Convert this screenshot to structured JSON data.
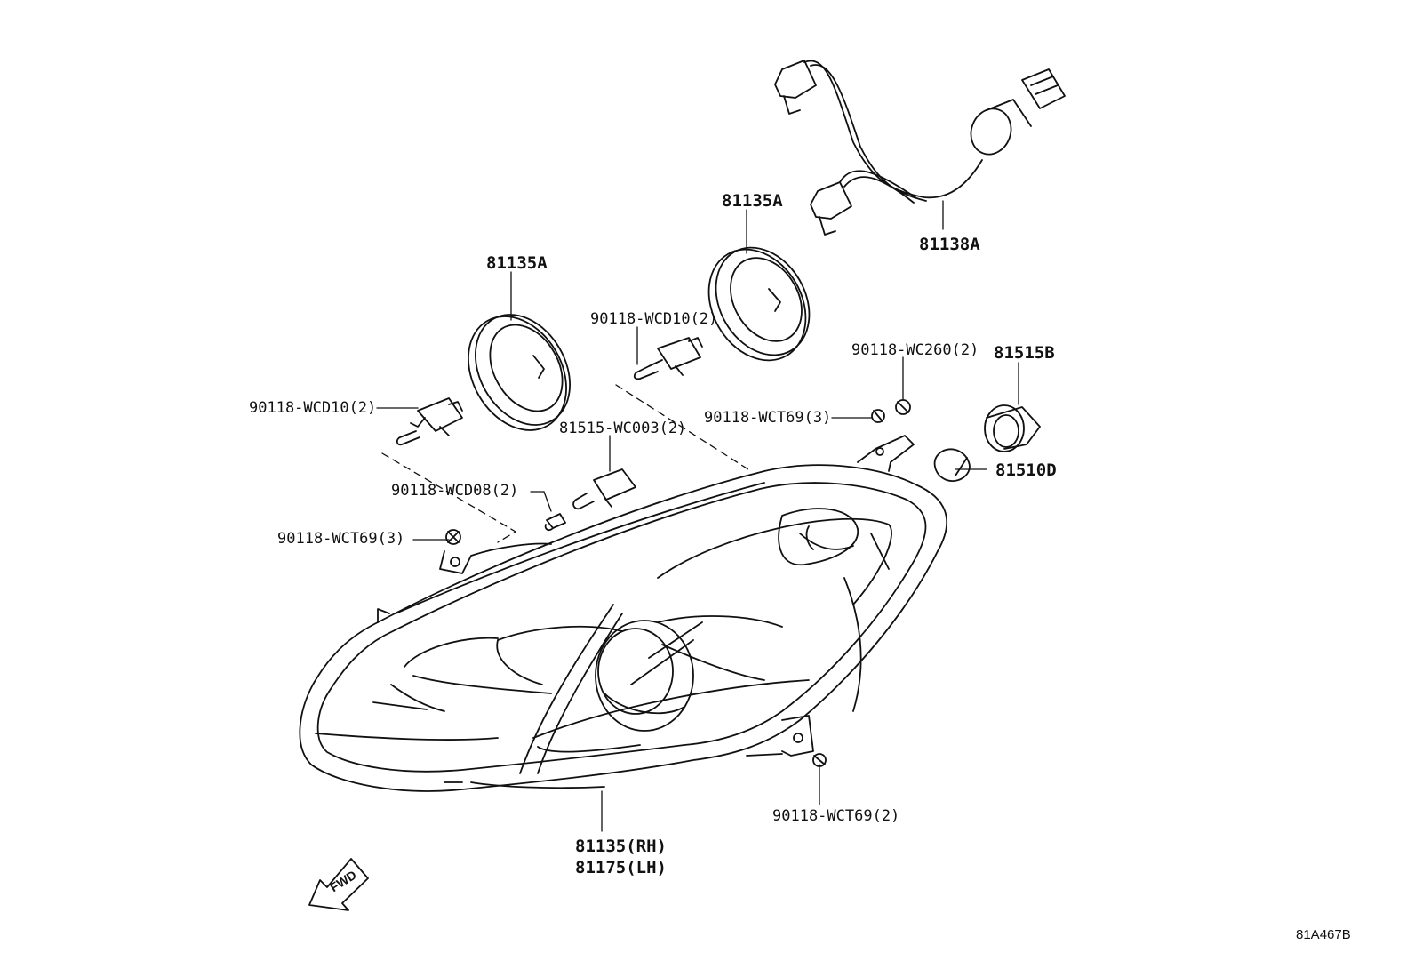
{
  "diagram": {
    "labels": {
      "p_81135A_left": "81135A",
      "p_81135A_right": "81135A",
      "p_81138A": "81138A",
      "p_90118_WCD10_top": "90118-WCD10(2)",
      "p_90118_WCD10_left": "90118-WCD10(2)",
      "p_81515_WC003": "81515-WC003(2)",
      "p_90118_WCD08": "90118-WCD08(2)",
      "p_90118_WCT69_left": "90118-WCT69(3)",
      "p_90118_WCT69_right": "90118-WCT69(3)",
      "p_90118_WC260": "90118-WC260(2)",
      "p_81515B": "81515B",
      "p_81510D": "81510D",
      "p_90118_WCT69_bottom": "90118-WCT69(2)",
      "p_81135_RH": "81135(RH)",
      "p_81175_LH": "81175(LH)",
      "fwd": "FWD",
      "ref_code": "81A467B"
    }
  }
}
